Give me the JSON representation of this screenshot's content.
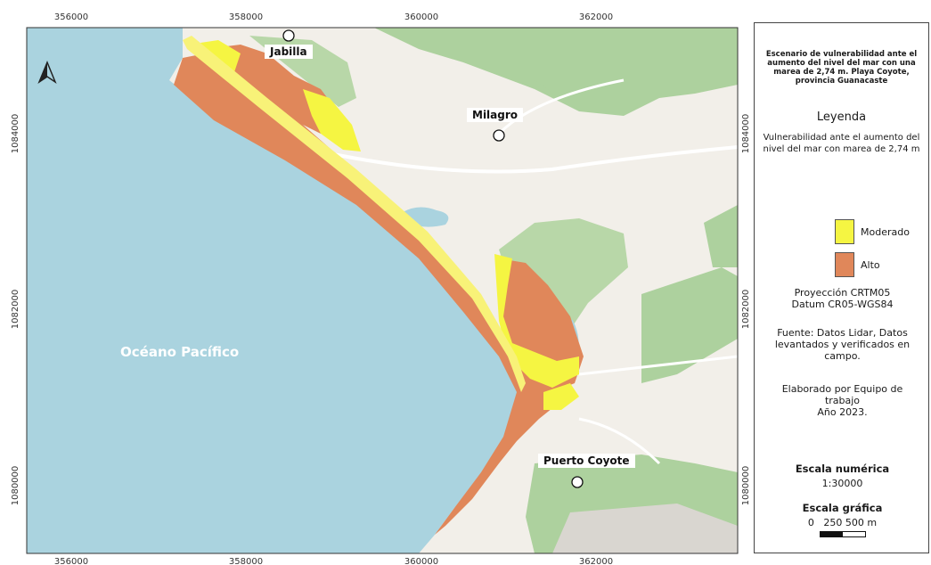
{
  "map": {
    "x_ticks": [
      "356000",
      "358000",
      "360000",
      "362000"
    ],
    "y_ticks": [
      "1084000",
      "1082000",
      "1080000"
    ],
    "places": {
      "jabilla": "Jabilla",
      "milagro": "Milagro",
      "puerto_coyote": "Puerto Coyote"
    },
    "ocean_label": "Océano Pacífico",
    "colors": {
      "sea": "#aad3df",
      "land": "#f2efe9",
      "forest": "#add19e",
      "moderate": "#f5f542",
      "high": "#e0875a"
    }
  },
  "legend": {
    "title": "Escenario de vulnerabilidad ante el aumento del nivel del mar con una marea de 2,74 m. Playa Coyote, provincia Guanacaste",
    "heading": "Leyenda",
    "subtitle": "Vulnerabilidad ante el aumento del nivel del mar con marea de 2,74 m",
    "items": [
      {
        "label": "Moderado",
        "color": "#f5f542"
      },
      {
        "label": "Alto",
        "color": "#e0875a"
      }
    ],
    "projection": "Proyección CRTM05",
    "datum": "Datum CR05-WGS84",
    "source": "Fuente: Datos Lidar, Datos levantados y verificados en campo.",
    "author_line1": "Elaborado por Equipo de trabajo",
    "author_line2": "Año 2023.",
    "numeric_scale_title": "Escala numérica",
    "numeric_scale": "1:30000",
    "graphic_scale_title": "Escala gráfica",
    "graphic_scale_text": "0   250 500 m"
  }
}
